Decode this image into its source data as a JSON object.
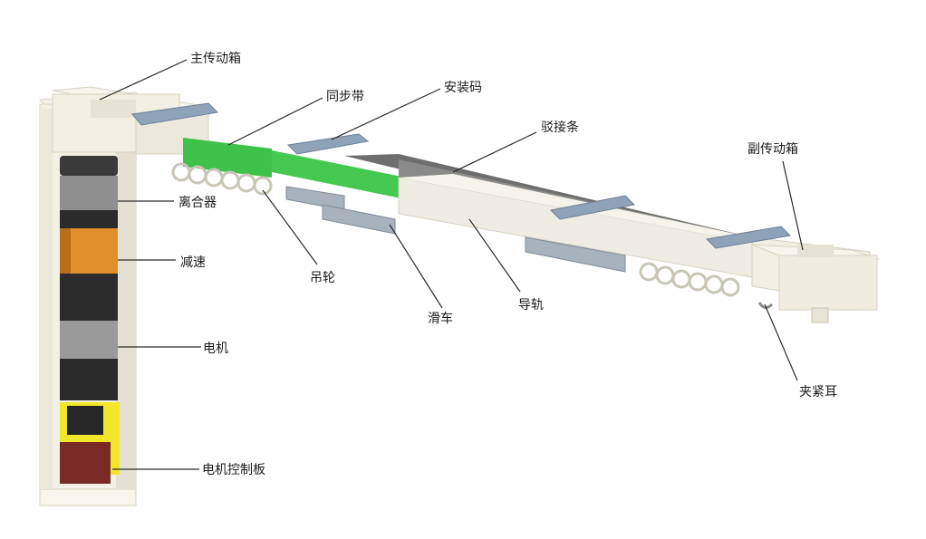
{
  "labels": {
    "main_drive_box": "主传动箱",
    "timing_belt": "同步带",
    "mounting_clip": "安装码",
    "joint_strip": "驳接条",
    "secondary_drive_box": "副传动箱",
    "clutch": "离合器",
    "reducer": "减速",
    "hanging_wheel": "吊轮",
    "trolley": "滑车",
    "guide_rail": "导轨",
    "motor": "电机",
    "clamp_ear": "夹紧耳",
    "motor_control_board": "电机控制板"
  },
  "colors": {
    "belt_green": "#3fc24a",
    "rail_white": "#efede3",
    "bracket_blue": "#8ea3b8",
    "motor_dark": "#2c2c2c",
    "motor_silver": "#9a9a9a",
    "reducer_orange": "#e0902a",
    "board_red": "#7a2a25",
    "board_yellow": "#f2e62a",
    "leader_line": "#2a2a2a"
  }
}
